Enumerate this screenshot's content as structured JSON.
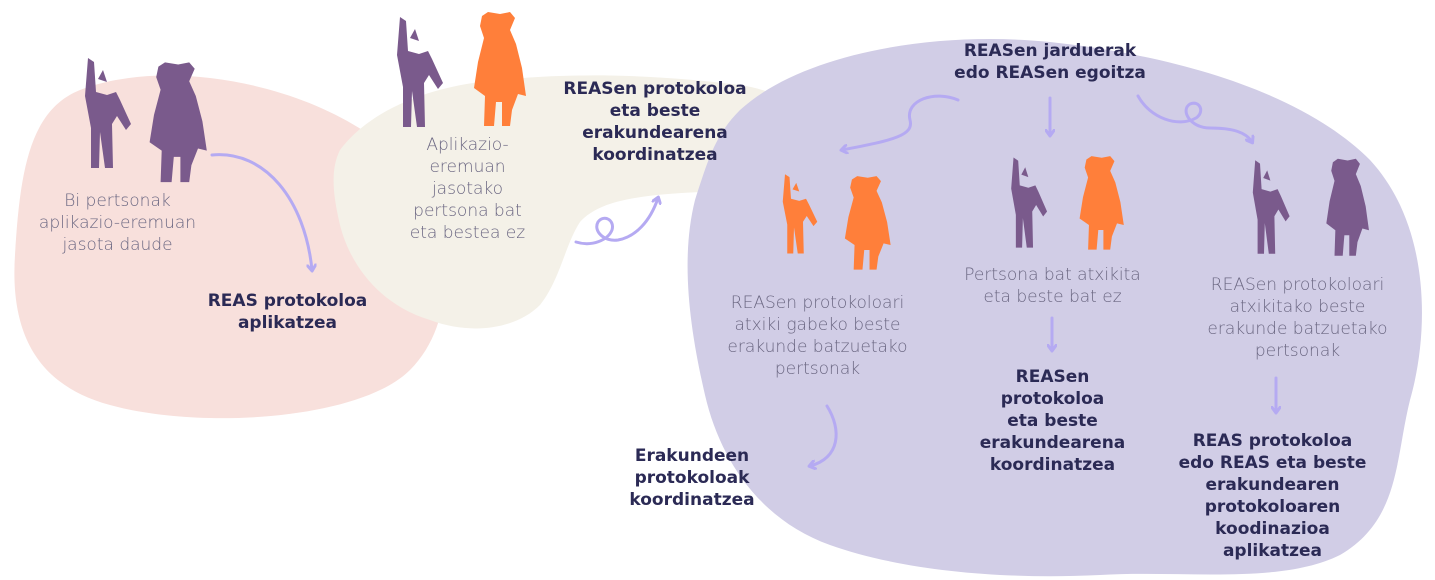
{
  "colors": {
    "pink_blob": "#f8e0dc",
    "cream_blob": "#f4f1e8",
    "lavender_blob": "#d1cde6",
    "purple_figure": "#7a5a8c",
    "orange_figure": "#ff7f3a",
    "arrow": "#b5aaf2",
    "bold_text": "#2b2a55",
    "light_text": "#6b6782"
  },
  "icons": [
    "person-raised-hand-icon",
    "bear-figure-icon",
    "curly-arrow-icon",
    "down-arrow-icon"
  ],
  "texts": {
    "left_desc": "Bi pertsonak\naplikazio-eremuan\njasota daude",
    "left_action": "REAS protokoloa\naplikatzea",
    "middle_desc": "Aplikazio-\neremuan\njasotako\npertsona bat\neta bestea ez",
    "middle_action": "REASen protokoloa\neta beste\nerakundearena\nkoordinatzea",
    "right_header": "REASen jarduerak\nedo REASen egoitza",
    "right_a_desc": "REASen protokoloari\natxiki gabeko beste\nerakunde batzuetako\npertsonak",
    "right_a_action": "Erakundeen\nprotokoloak\nkoordinatzea",
    "right_b_desc": "Pertsona bat atxikita\neta beste bat ez",
    "right_b_action": "REASen\nprotokoloa\neta beste\nerakundearena\nkoordinatzea",
    "right_c_desc": "REASen protokoloari\natxikitako beste\nerakunde batzuetako\npertsonak",
    "right_c_action": "REAS protokoloa\nedo REAS eta beste\nerakundearen\nprotokoloaren\nkoodinazioa\naplikatzea"
  }
}
